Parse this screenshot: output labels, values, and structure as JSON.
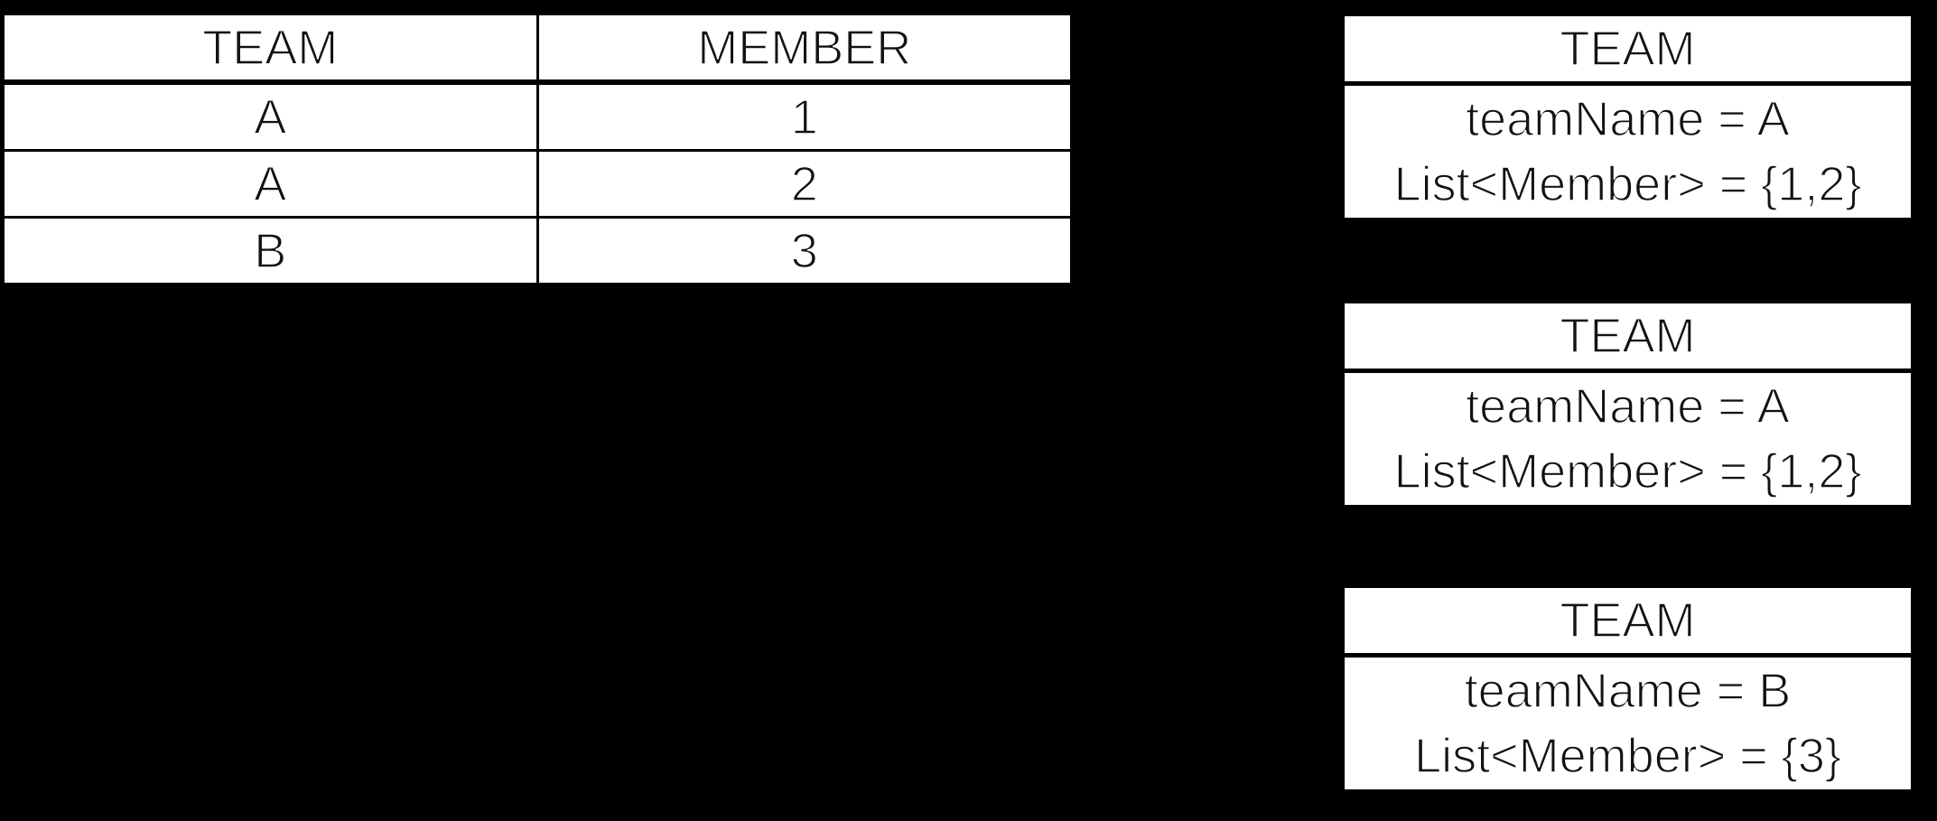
{
  "colors": {
    "background": "#000000",
    "surface": "#ffffff",
    "border": "#000000",
    "text": "#121212"
  },
  "join_table": {
    "columns": [
      "TEAM",
      "MEMBER"
    ],
    "rows": [
      [
        "A",
        "1"
      ],
      [
        "A",
        "2"
      ],
      [
        "B",
        "3"
      ]
    ]
  },
  "team_objects": [
    {
      "title": "TEAM",
      "fields": [
        "teamName = A",
        "List<Member> = {1,2}"
      ]
    },
    {
      "title": "TEAM",
      "fields": [
        "teamName = A",
        "List<Member> = {1,2}"
      ]
    },
    {
      "title": "TEAM",
      "fields": [
        "teamName = B",
        "List<Member> = {3}"
      ]
    }
  ]
}
